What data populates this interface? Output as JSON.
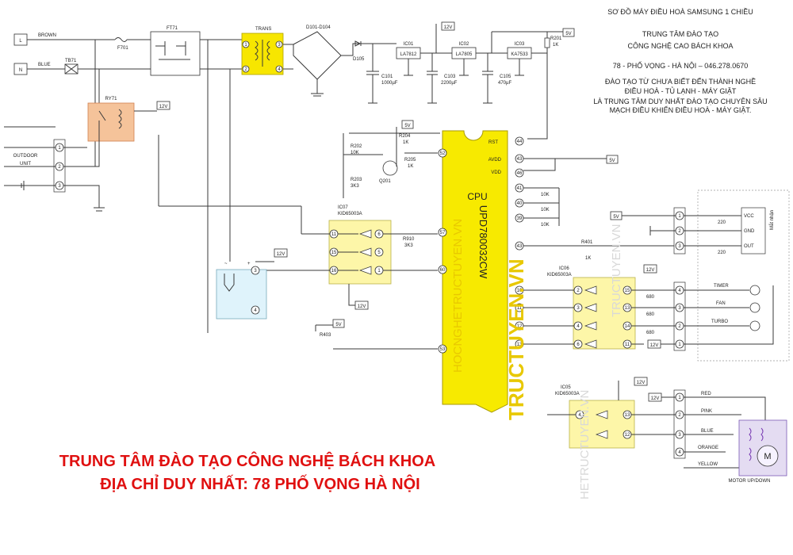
{
  "header": {
    "line1": "SƠ ĐỒ MÁY ĐIỀU HOÀ SAMSUNG 1 CHIỀU",
    "line2": "TRUNG TÂM ĐÀO TẠO",
    "line3": "CÔNG NGHỆ CAO BÁCH KHOA",
    "line4": "78 - PHỐ VỌNG - HÀ NỘI – 046.278.0670",
    "line5": "ĐÀO TẠO TỪ CHƯA BIẾT ĐẾN THÀNH NGHỀ",
    "line6": "ĐIỀU HOÀ - TỦ LẠNH - MÁY GIẶT",
    "line7": "LÀ TRUNG TÂM DUY NHẤT ĐÀO TẠO CHUYÊN SÂU",
    "line8": "MẠCH ĐIỀU KHIỂN ĐIỀU HOÀ - MÁY GIẶT."
  },
  "banner": {
    "line1": "TRUNG TÂM ĐÀO TẠO CÔNG NGHỆ BÁCH KHOA",
    "line2": "ĐỊA CHỈ DUY NHẤT: 78 PHỐ VỌNG HÀ NỘI",
    "color": "#e01010"
  },
  "watermarks": {
    "hocnghe": "HOCNGHETRUCTUYEN.VN",
    "tructuyen": "TRUCTUYEN.VN",
    "site": "TRUCTUYEN.VN",
    "site2": "HETRUCTUYEN.VN",
    "color": "#e8c800"
  },
  "power": {
    "l_terminal": "L",
    "n_terminal": "N",
    "brown": "BROWN",
    "blue": "BLUE",
    "fuse": "F701",
    "filter": "FT71",
    "trans": "TRANS",
    "bridge": "D101-D104",
    "d105": "D105",
    "tb71": "TB71",
    "ry71": "RY71"
  },
  "regulators": {
    "ic01_name": "IC01",
    "ic01_part": "LA7812",
    "ic02_name": "IC02",
    "ic02_part": "LA7805",
    "ic03_name": "IC03",
    "ic03_part": "KA7533",
    "c101": "C101",
    "c101_v": "1000µF",
    "c103": "C103",
    "c103_v": "2200µF",
    "c105": "C105",
    "c105_v": "470µF",
    "r201": "R201",
    "r201_v": "1K"
  },
  "outdoor": {
    "label1": "OUTDOOR",
    "label2": "UNIT",
    "pins": [
      "1",
      "2",
      "3"
    ]
  },
  "cpu": {
    "title": "CPU",
    "part": "UPD780032CW",
    "pins_left": [
      "52",
      "57",
      "60",
      "53"
    ],
    "pins_right": [
      "44",
      "43",
      "46",
      "41",
      "40",
      "39",
      "43",
      "10",
      "11",
      "12",
      "13"
    ],
    "rst": "RST",
    "avdd": "AVDD",
    "vdd": "VDD"
  },
  "resistors": {
    "r202": "R202",
    "r202_v": "10K",
    "r203": "R203",
    "r203_v": "3K3",
    "r204": "R204",
    "r204_v": "1K",
    "r205": "R205",
    "r205_v": "1K",
    "q201": "Q201",
    "r910": "R910",
    "r910_v": "3K3",
    "r401": "R401",
    "r401_v": "1K",
    "r403": "R403",
    "k10": "10K",
    "r220": "220",
    "r680": "680"
  },
  "ic07": {
    "name": "IC07",
    "part": "KID65003A",
    "in_pins": [
      "6",
      "5",
      "1"
    ],
    "out_pins": [
      "11",
      "15",
      "16"
    ]
  },
  "ic06": {
    "name": "IC06",
    "part": "KID65003A",
    "in_pins": [
      "2",
      "3",
      "4",
      "6"
    ],
    "out_pins": [
      "15",
      "13",
      "14",
      "11"
    ]
  },
  "ic05": {
    "name": "IC05",
    "part": "KID65003A",
    "in_pins": [
      "4"
    ],
    "out_pins": [
      "13",
      "12"
    ]
  },
  "sensor": {
    "vcc": "VCC",
    "gnd": "GND",
    "out": "OUT",
    "rx_label": "Mắt nhận",
    "pins": [
      "1",
      "2",
      "3"
    ]
  },
  "leds": {
    "timer": "TIMER",
    "fan": "FAN",
    "turbo": "TURBO",
    "pins": [
      "1",
      "2",
      "3",
      "4"
    ]
  },
  "motor": {
    "red": "RED",
    "pink": "PINK",
    "blue": "BLUE",
    "orange": "ORANGE",
    "yellow": "YELLOW",
    "caption": "MOTOR UP/DOWN",
    "m": "M",
    "pins": [
      "1",
      "2",
      "3",
      "4"
    ]
  },
  "supply_tags": {
    "v12": "12V",
    "v5": "5V"
  },
  "bridge_led": {
    "plus": "+",
    "tilde": "~",
    "pins": [
      "3",
      "4"
    ]
  }
}
